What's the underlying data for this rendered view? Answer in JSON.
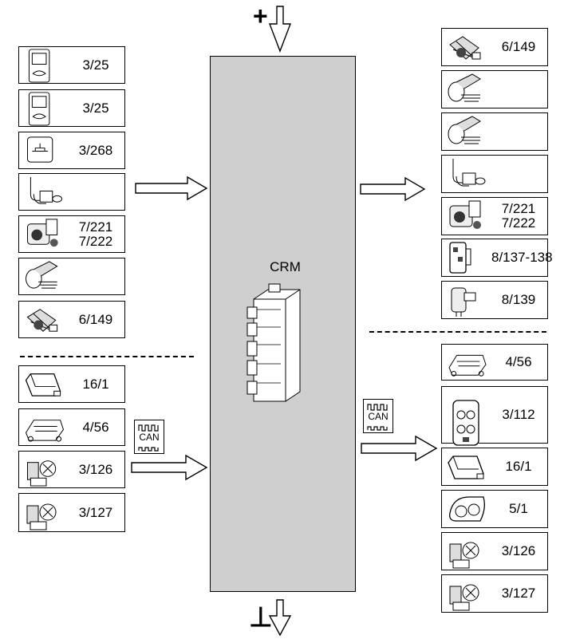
{
  "center": {
    "label": "CRM"
  },
  "left_inputs": [
    {
      "icon": "door-handle-switch-icon",
      "label": "3/25"
    },
    {
      "icon": "door-handle-switch-icon",
      "label": "3/25"
    },
    {
      "icon": "tailgate-switch-icon",
      "label": "3/268"
    },
    {
      "icon": "sensor-connector-icon",
      "label": ""
    },
    {
      "icon": "lock-motor-icon",
      "label": "7/221\n7/222"
    },
    {
      "icon": "actuator-motor-icon",
      "label": ""
    },
    {
      "icon": "motor-assembly-icon",
      "label": "6/149"
    }
  ],
  "left_can": [
    {
      "icon": "control-unit-icon",
      "label": "16/1"
    },
    {
      "icon": "module-icon",
      "label": "4/56"
    },
    {
      "icon": "window-regulator-icon",
      "label": "3/126"
    },
    {
      "icon": "window-regulator-icon",
      "label": "3/127"
    }
  ],
  "right_outputs": [
    {
      "icon": "motor-assembly-icon",
      "label": "6/149"
    },
    {
      "icon": "actuator-motor-icon",
      "label": ""
    },
    {
      "icon": "actuator-motor-icon",
      "label": ""
    },
    {
      "icon": "sensor-connector-icon",
      "label": ""
    },
    {
      "icon": "lock-motor-icon",
      "label": "7/221\n7/222"
    },
    {
      "icon": "relay-module-icon",
      "label": "8/137-138"
    },
    {
      "icon": "small-actuator-icon",
      "label": "8/139"
    }
  ],
  "right_can": [
    {
      "icon": "module-icon",
      "label": "4/56"
    },
    {
      "icon": "switch-panel-icon",
      "label": "3/112"
    },
    {
      "icon": "control-unit-icon",
      "label": "16/1"
    },
    {
      "icon": "instrument-cluster-icon",
      "label": "5/1"
    },
    {
      "icon": "window-regulator-icon",
      "label": "3/126"
    },
    {
      "icon": "window-regulator-icon",
      "label": "3/127"
    }
  ],
  "can_badge": "CAN",
  "power": {
    "plus": "+",
    "ground": "⊥"
  }
}
